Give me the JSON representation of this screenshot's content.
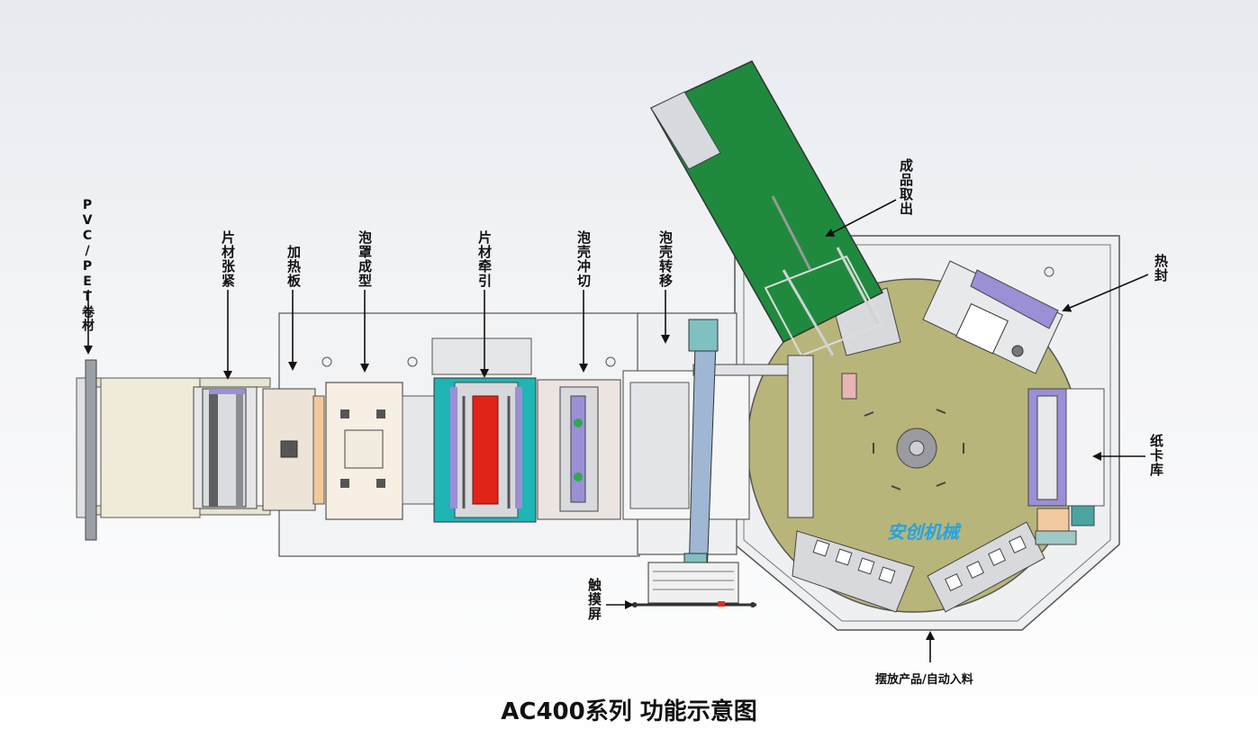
{
  "title": "AC400系列 功能示意图",
  "brand": "安创机械",
  "labels": {
    "pvc_roll": "PVC/PET卷材",
    "sheet_tension": "片材张紧",
    "heating_plate": "加热板",
    "blister_forming": "泡罩成型",
    "sheet_traction": "片材牵引",
    "shell_punching": "泡壳冲切",
    "shell_transfer": "泡壳转移",
    "product_output": "成品取出",
    "heat_seal": "热封",
    "card_magazine": "纸卡库",
    "touch_screen": "触摸屏",
    "product_feed": "摆放产品/自动入料"
  },
  "colors": {
    "conveyor": "#1f8a3e",
    "turntable": "#b8b57a",
    "traction_teal": "#1fb5b5",
    "roller_red": "#e02418",
    "purple": "#9b8fd6",
    "frame_line": "#333333",
    "brand": "#23a3e4"
  }
}
